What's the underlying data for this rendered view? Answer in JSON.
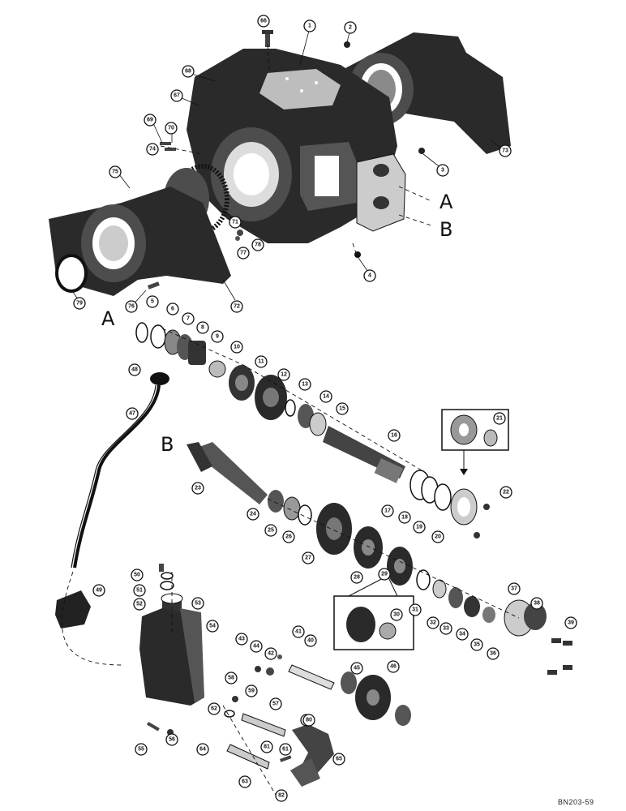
{
  "doc_code": "BN203-59",
  "section_letters": {
    "top_a": "A",
    "top_b": "B",
    "shaft_a": "A",
    "shaft_b": "B"
  },
  "callouts": [
    "1",
    "2",
    "3",
    "4",
    "5",
    "6",
    "7",
    "8",
    "9",
    "10",
    "11",
    "12",
    "13",
    "14",
    "15",
    "16",
    "17",
    "18",
    "19",
    "20",
    "21",
    "22",
    "23",
    "24",
    "25",
    "26",
    "27",
    "28",
    "29",
    "30",
    "31",
    "32",
    "33",
    "34",
    "35",
    "36",
    "37",
    "38",
    "39",
    "40",
    "41",
    "42",
    "43",
    "44",
    "45",
    "46",
    "47",
    "48",
    "49",
    "50",
    "51",
    "52",
    "53",
    "54",
    "55",
    "56",
    "57",
    "58",
    "59",
    "60",
    "61",
    "62",
    "63",
    "64",
    "65",
    "66",
    "67",
    "68",
    "69",
    "70",
    "71",
    "72",
    "73",
    "74",
    "75",
    "76",
    "77",
    "78",
    "79",
    "80",
    "81",
    "82"
  ]
}
